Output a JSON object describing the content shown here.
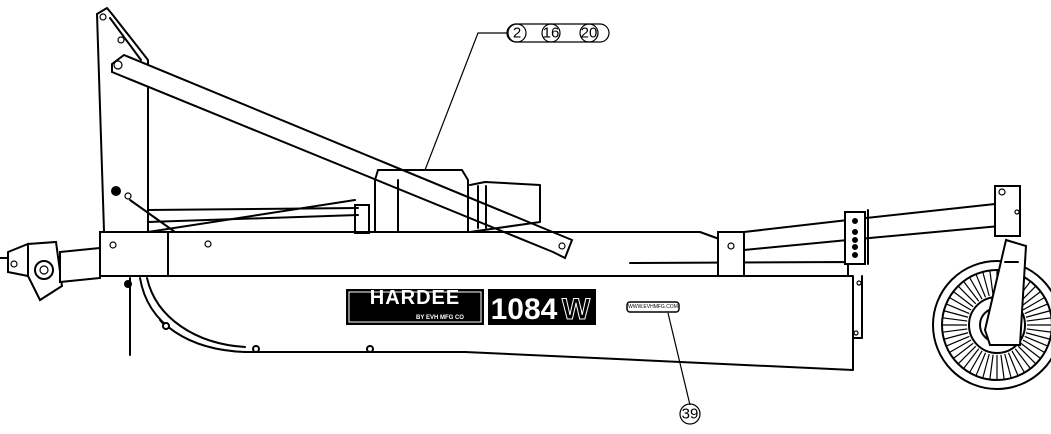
{
  "callouts": {
    "top": [
      "2",
      "16",
      "20"
    ],
    "bottom": "39"
  },
  "decal": {
    "brand": "HARDEE",
    "subtitle": "BY EVH MFG CO",
    "model": "1084",
    "model_suffix": "W",
    "website": "WWW.EVHMFG.COM"
  }
}
